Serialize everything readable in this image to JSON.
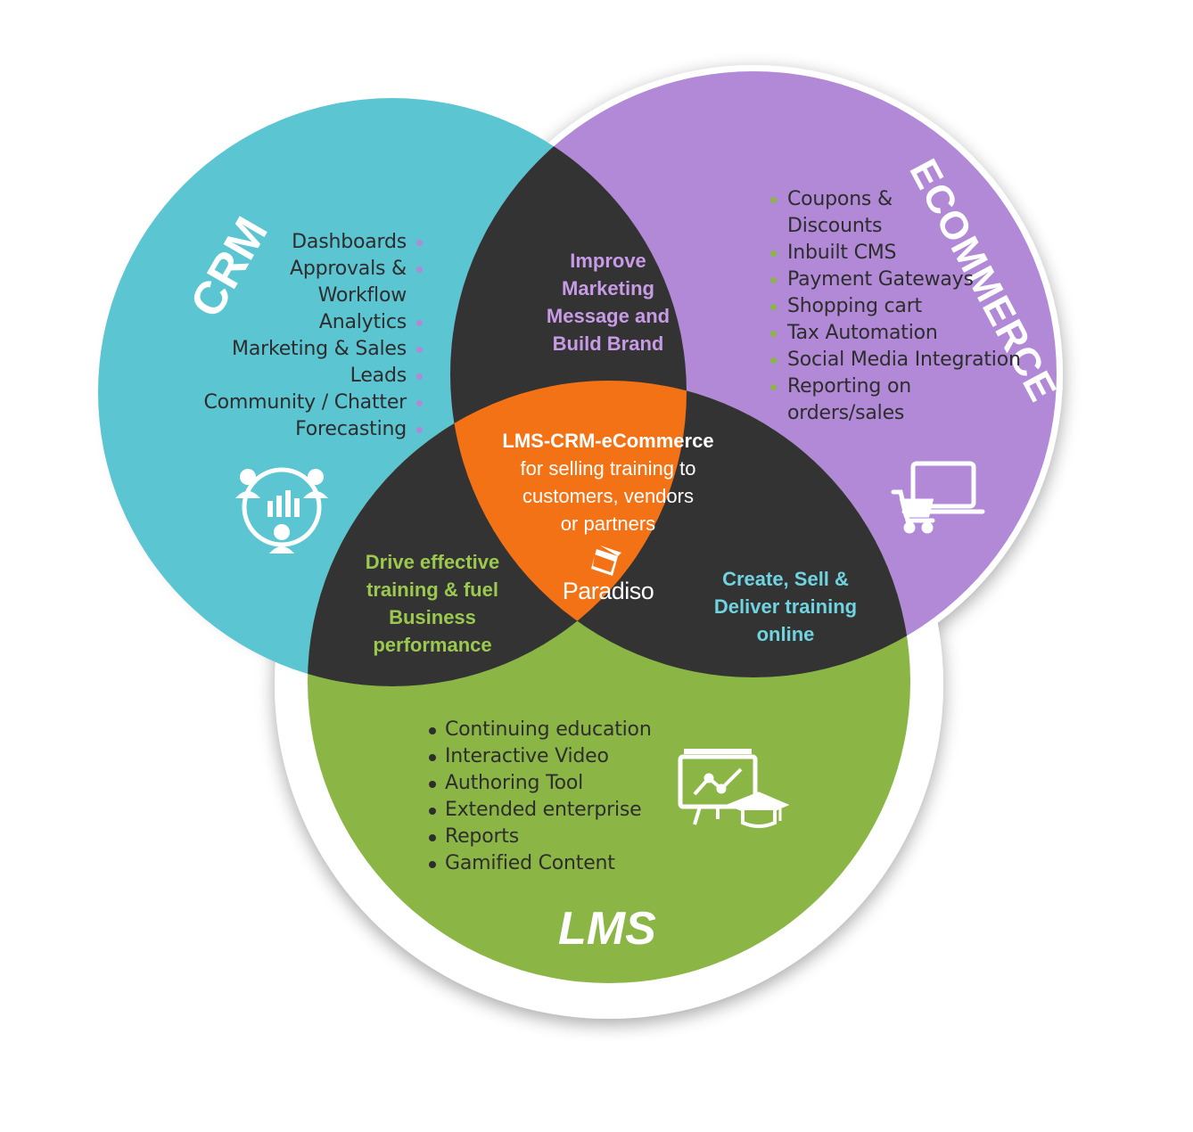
{
  "colors": {
    "crm": "#5bc5d2",
    "ecommerce": "#b189d6",
    "lms": "#8bb646",
    "overlap": "#333333",
    "center": "#f47216",
    "border": "#ffffff"
  },
  "crm": {
    "title": "CRM",
    "items": [
      {
        "text": "Dashboards",
        "bullet": true
      },
      {
        "text": "Approvals &",
        "bullet": true
      },
      {
        "text": "Workflow",
        "bullet": false
      },
      {
        "text": "Analytics",
        "bullet": true
      },
      {
        "text": "Marketing & Sales",
        "bullet": true
      },
      {
        "text": "Leads",
        "bullet": true
      },
      {
        "text": "Community / Chatter",
        "bullet": true
      },
      {
        "text": "Forecasting",
        "bullet": true
      }
    ],
    "icon": "users-chart-icon"
  },
  "ecommerce": {
    "title": "ECOMMERCE",
    "items": [
      {
        "text": "Coupons &",
        "bullet": true
      },
      {
        "text": "Discounts",
        "bullet": false
      },
      {
        "text": "Inbuilt CMS",
        "bullet": true
      },
      {
        "text": "Payment Gateways",
        "bullet": true
      },
      {
        "text": "Shopping cart",
        "bullet": true
      },
      {
        "text": "Tax Automation",
        "bullet": true
      },
      {
        "text": "Social Media Integration",
        "bullet": true
      },
      {
        "text": "Reporting on",
        "bullet": true
      },
      {
        "text": "orders/sales",
        "bullet": false
      }
    ],
    "icon": "laptop-cart-icon"
  },
  "lms": {
    "title": "LMS",
    "items": [
      "Continuing education",
      "Interactive Video",
      "Authoring Tool",
      "Extended enterprise",
      "Reports",
      "Gamified Content"
    ],
    "icon": "presentation-board-graduation-icon"
  },
  "overlaps": {
    "crm_ecommerce": [
      "Improve",
      "Marketing",
      "Message and",
      "Build Brand"
    ],
    "crm_lms": [
      "Drive effective",
      "training & fuel",
      "Business",
      "performance"
    ],
    "ecommerce_lms": [
      "Create, Sell &",
      "Deliver training",
      "online"
    ]
  },
  "center": {
    "title": "LMS-CRM-eCommerce",
    "lines": [
      "for selling training to",
      "customers, vendors",
      "or partners"
    ],
    "logo_text": "Paradiso"
  }
}
